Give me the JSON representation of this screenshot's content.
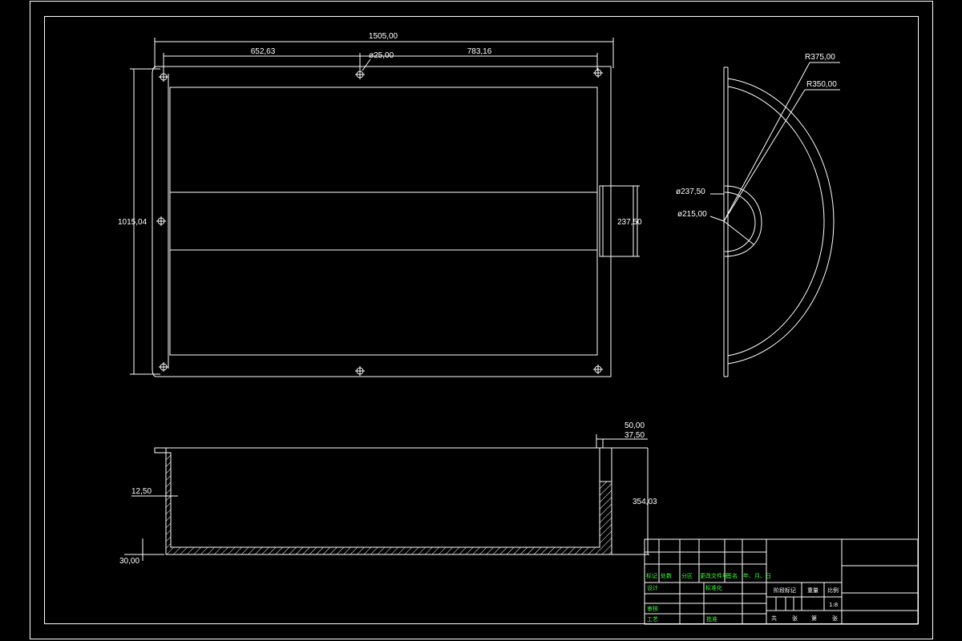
{
  "drawing": {
    "colors": {
      "background": "#000000",
      "lines": "#ffffff",
      "title_text": "#3cff3c"
    },
    "plan_view": {
      "overall_width": "1505,00",
      "left_segment": "652,63",
      "right_segment": "783,16",
      "hole_dia": "ø25,00",
      "overall_height": "1015,04",
      "port_size": "237,50"
    },
    "side_view": {
      "outer_radius": "R375,00",
      "inner_radius": "R350,00",
      "outer_dia": "ø237,50",
      "inner_dia": "ø215,00"
    },
    "section_view": {
      "flange_width": "50,00",
      "flange_inner": "37,50",
      "wall_thickness": "12,50",
      "height": "354,03",
      "bottom_thickness": "30,00"
    },
    "title_block": {
      "row_headers": [
        "标记",
        "处数",
        "分区",
        "更改文件号",
        "签名",
        "年、月、日"
      ],
      "design": "设计",
      "standard": "标准化",
      "review": "审核",
      "process": "工艺",
      "approve": "批准",
      "stage_mark": "阶段标记",
      "weight": "重量",
      "scale_label": "比例",
      "scale_value": "1:8",
      "sheets": [
        "共",
        "张",
        "第",
        "张"
      ]
    }
  }
}
